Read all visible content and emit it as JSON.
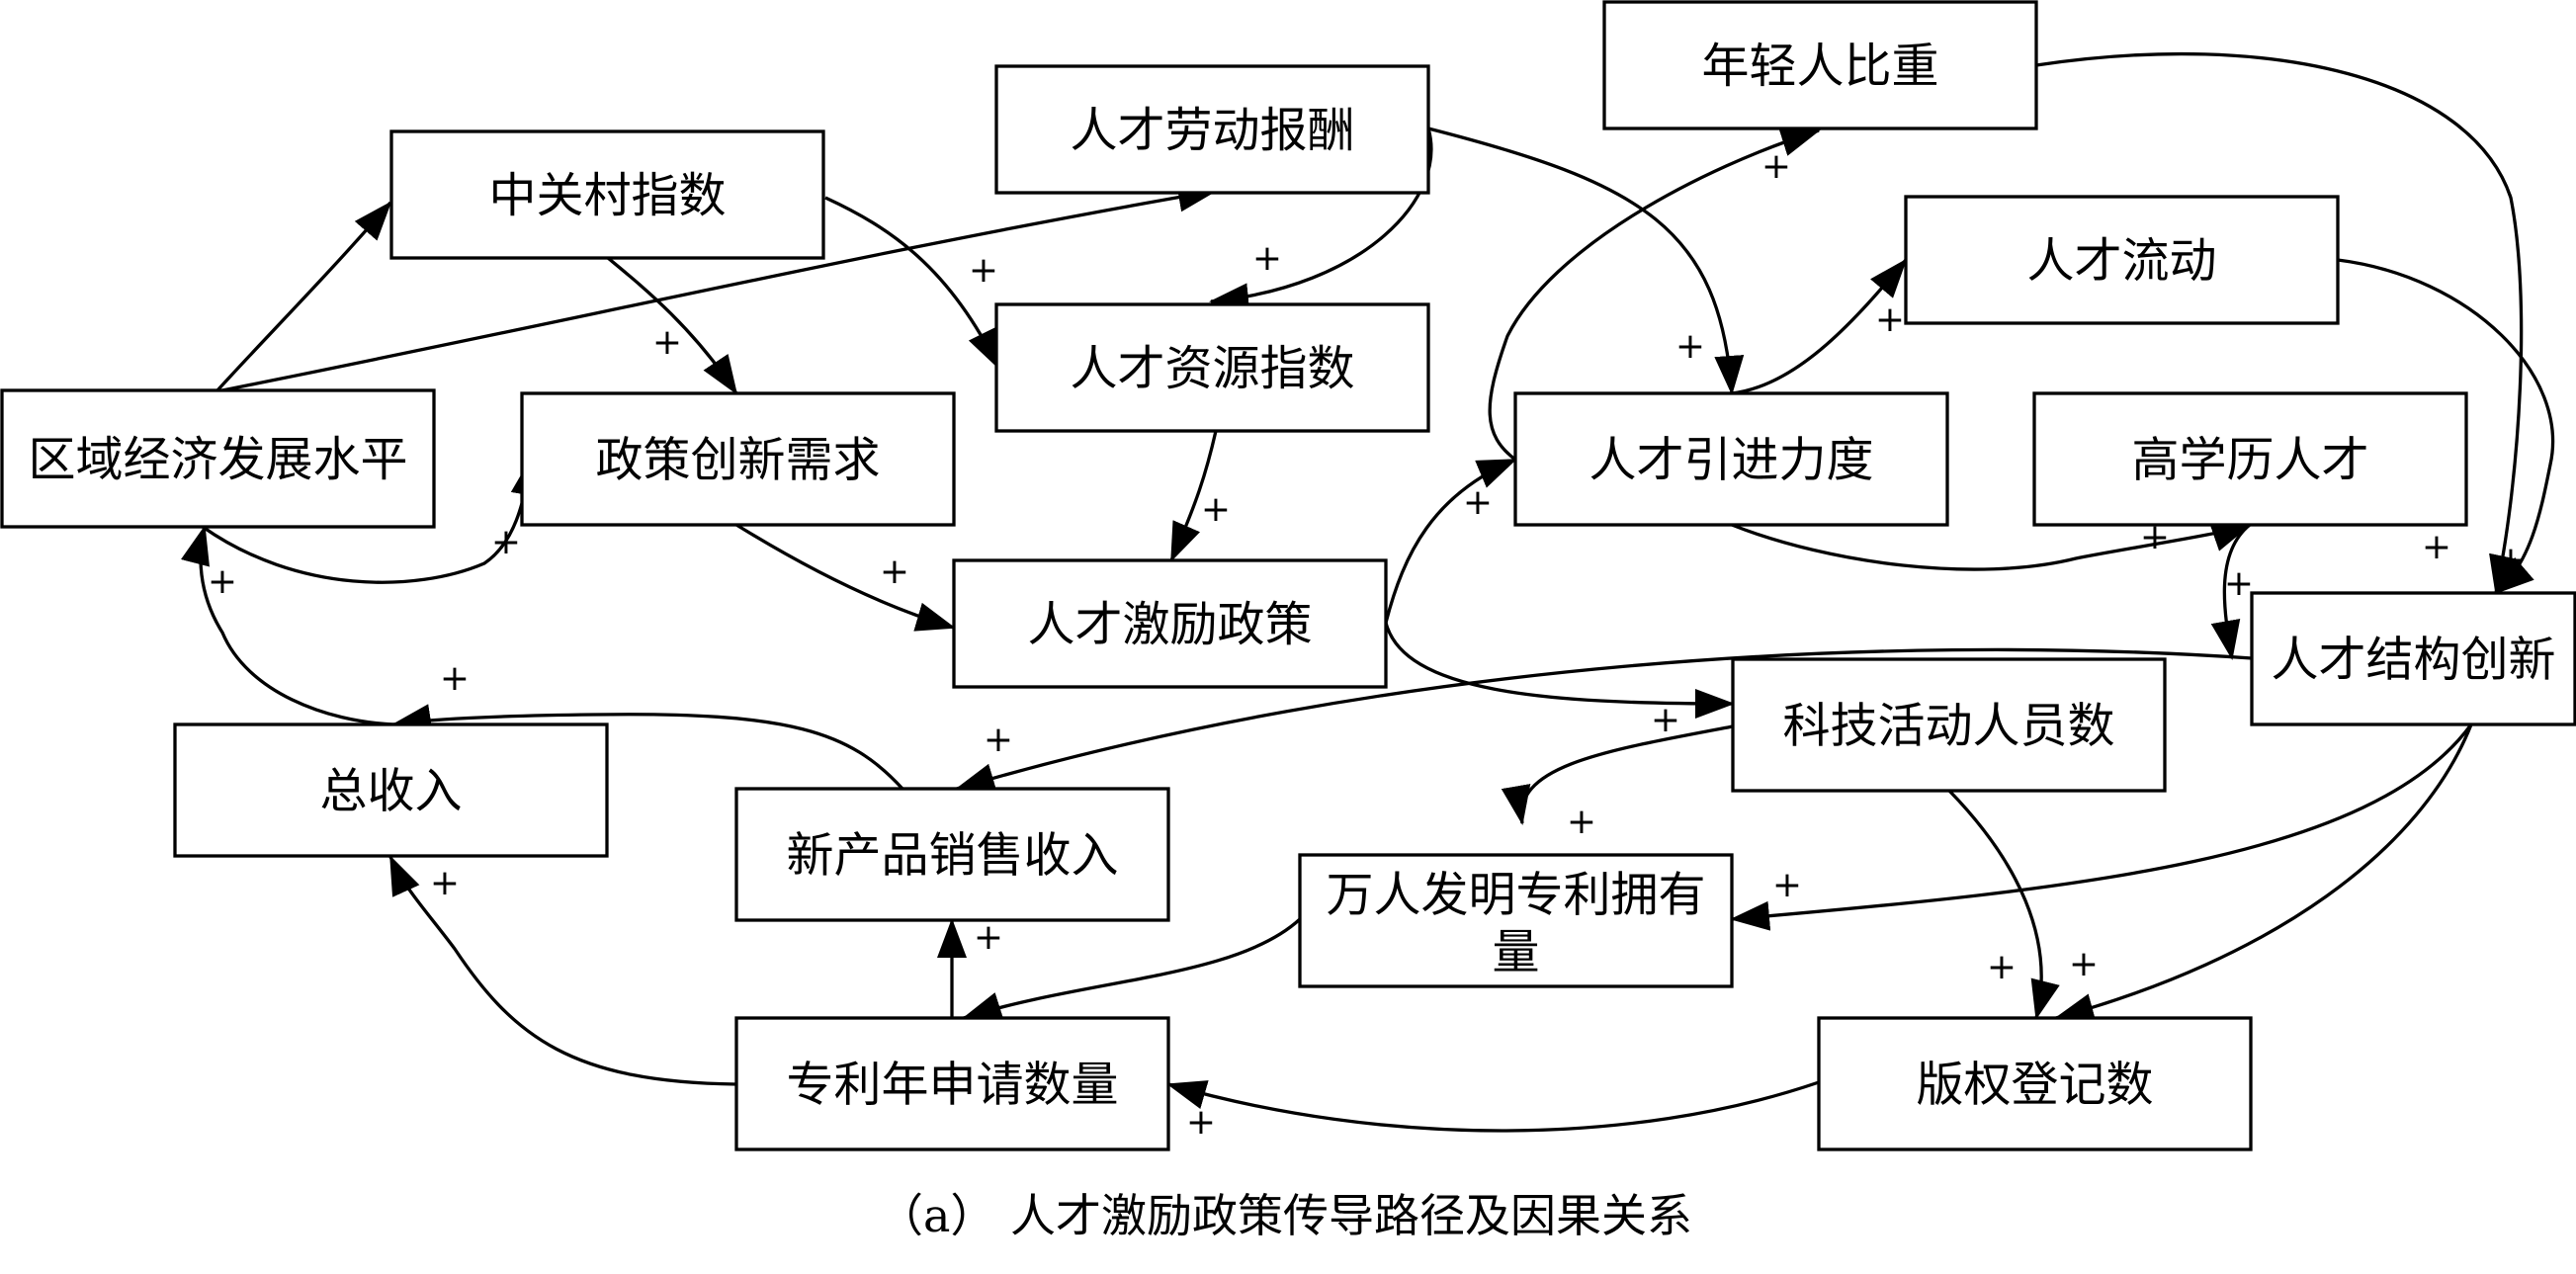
{
  "nodes": [
    {
      "id": "youth_ratio",
      "label": "年轻人比重"
    },
    {
      "id": "talent_pay",
      "label": "人才劳动报酬"
    },
    {
      "id": "zgc_index",
      "label": "中关村指数"
    },
    {
      "id": "talent_flow",
      "label": "人才流动"
    },
    {
      "id": "talent_resource_index",
      "label": "人才资源指数"
    },
    {
      "id": "regional_econ",
      "label": "区域经济发展水平"
    },
    {
      "id": "policy_innovation",
      "label": "政策创新需求"
    },
    {
      "id": "talent_introduction",
      "label": "人才引进力度"
    },
    {
      "id": "high_edu",
      "label": "高学历人才"
    },
    {
      "id": "incentive_policy",
      "label": "人才激励政策"
    },
    {
      "id": "structure_innovation",
      "label": "人才结构创新"
    },
    {
      "id": "sci_personnel",
      "label": "科技活动人员数"
    },
    {
      "id": "total_income",
      "label": "总收入"
    },
    {
      "id": "new_product_sales",
      "label": "新产品销售收入"
    },
    {
      "id": "patents_per_10k",
      "label": "万人发明专利拥有量"
    },
    {
      "id": "patent_apps",
      "label": "专利年申请数量"
    },
    {
      "id": "copyright_reg",
      "label": "版权登记数"
    }
  ],
  "edges": [
    {
      "from": "regional_econ",
      "to": "zgc_index",
      "sign": ""
    },
    {
      "from": "regional_econ",
      "to": "talent_pay",
      "sign": ""
    },
    {
      "from": "regional_econ",
      "to": "policy_innovation",
      "sign": "+"
    },
    {
      "from": "zgc_index",
      "to": "talent_resource_index",
      "sign": "+"
    },
    {
      "from": "zgc_index",
      "to": "policy_innovation",
      "sign": "+"
    },
    {
      "from": "talent_pay",
      "to": "talent_resource_index",
      "sign": "+"
    },
    {
      "from": "talent_pay",
      "to": "talent_introduction",
      "sign": "+"
    },
    {
      "from": "talent_resource_index",
      "to": "incentive_policy",
      "sign": "+"
    },
    {
      "from": "policy_innovation",
      "to": "incentive_policy",
      "sign": "+"
    },
    {
      "from": "incentive_policy",
      "to": "talent_introduction",
      "sign": "+"
    },
    {
      "from": "incentive_policy",
      "to": "sci_personnel",
      "sign": "+"
    },
    {
      "from": "talent_introduction",
      "to": "youth_ratio",
      "sign": "+"
    },
    {
      "from": "talent_introduction",
      "to": "talent_flow",
      "sign": "+"
    },
    {
      "from": "talent_introduction",
      "to": "high_edu",
      "sign": "+"
    },
    {
      "from": "youth_ratio",
      "to": "structure_innovation",
      "sign": "+"
    },
    {
      "from": "talent_flow",
      "to": "structure_innovation",
      "sign": "+"
    },
    {
      "from": "high_edu",
      "to": "structure_innovation",
      "sign": "+"
    },
    {
      "from": "structure_innovation",
      "to": "new_product_sales",
      "sign": "+"
    },
    {
      "from": "structure_innovation",
      "to": "patents_per_10k",
      "sign": "+"
    },
    {
      "from": "structure_innovation",
      "to": "copyright_reg",
      "sign": "+"
    },
    {
      "from": "sci_personnel",
      "to": "patents_per_10k",
      "sign": "+"
    },
    {
      "from": "sci_personnel",
      "to": "copyright_reg",
      "sign": "+"
    },
    {
      "from": "patents_per_10k",
      "to": "patent_apps",
      "sign": ""
    },
    {
      "from": "copyright_reg",
      "to": "patent_apps",
      "sign": "+"
    },
    {
      "from": "patent_apps",
      "to": "new_product_sales",
      "sign": "+"
    },
    {
      "from": "patent_apps",
      "to": "total_income",
      "sign": "+"
    },
    {
      "from": "new_product_sales",
      "to": "total_income",
      "sign": "+"
    },
    {
      "from": "total_income",
      "to": "regional_econ",
      "sign": "+"
    }
  ],
  "caption": "（a）  人才激励政策传导路径及因果关系"
}
